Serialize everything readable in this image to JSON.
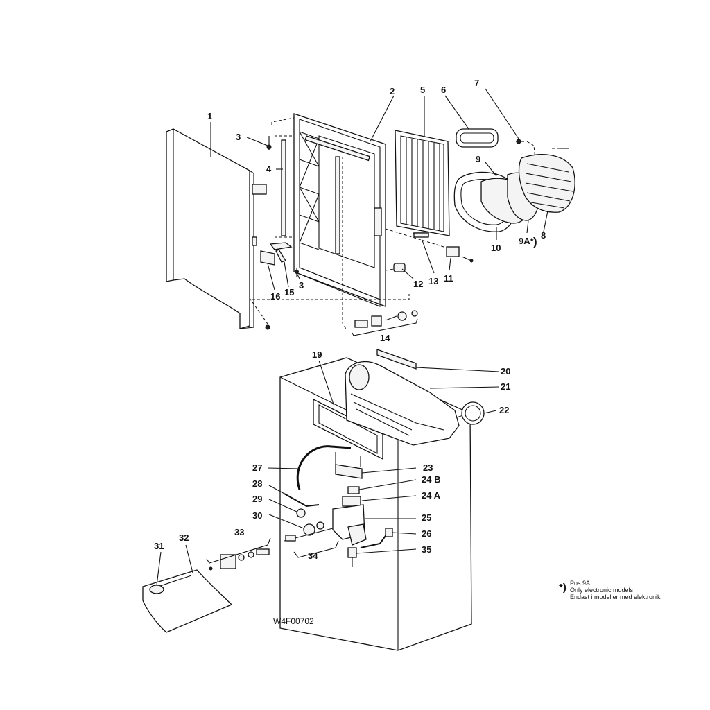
{
  "callouts": [
    {
      "id": "p1",
      "label": "1"
    },
    {
      "id": "p2",
      "label": "2"
    },
    {
      "id": "p3a",
      "label": "3"
    },
    {
      "id": "p3b",
      "label": "3"
    },
    {
      "id": "p4",
      "label": "4"
    },
    {
      "id": "p5",
      "label": "5"
    },
    {
      "id": "p6",
      "label": "6"
    },
    {
      "id": "p7",
      "label": "7"
    },
    {
      "id": "p8",
      "label": "8"
    },
    {
      "id": "p9",
      "label": "9"
    },
    {
      "id": "p9a",
      "label": "9A*"
    },
    {
      "id": "p10",
      "label": "10"
    },
    {
      "id": "p11",
      "label": "11"
    },
    {
      "id": "p12",
      "label": "12"
    },
    {
      "id": "p13",
      "label": "13"
    },
    {
      "id": "p14",
      "label": "14"
    },
    {
      "id": "p15",
      "label": "15"
    },
    {
      "id": "p16",
      "label": "16"
    },
    {
      "id": "p19",
      "label": "19"
    },
    {
      "id": "p20",
      "label": "20"
    },
    {
      "id": "p21",
      "label": "21"
    },
    {
      "id": "p22",
      "label": "22"
    },
    {
      "id": "p23",
      "label": "23"
    },
    {
      "id": "p24b",
      "label": "24 B"
    },
    {
      "id": "p24a",
      "label": "24 A"
    },
    {
      "id": "p25",
      "label": "25"
    },
    {
      "id": "p26",
      "label": "26"
    },
    {
      "id": "p27",
      "label": "27"
    },
    {
      "id": "p28",
      "label": "28"
    },
    {
      "id": "p29",
      "label": "29"
    },
    {
      "id": "p30",
      "label": "30"
    },
    {
      "id": "p31",
      "label": "31"
    },
    {
      "id": "p32",
      "label": "32"
    },
    {
      "id": "p33",
      "label": "33"
    },
    {
      "id": "p34",
      "label": "34"
    },
    {
      "id": "p35",
      "label": "35"
    }
  ],
  "footnote": {
    "marker": "*)",
    "line1": "Pos.9A",
    "line2": "Only electronic models",
    "line3": "Endast i modeller med elektronik"
  },
  "drawing_code": "W4F00702"
}
